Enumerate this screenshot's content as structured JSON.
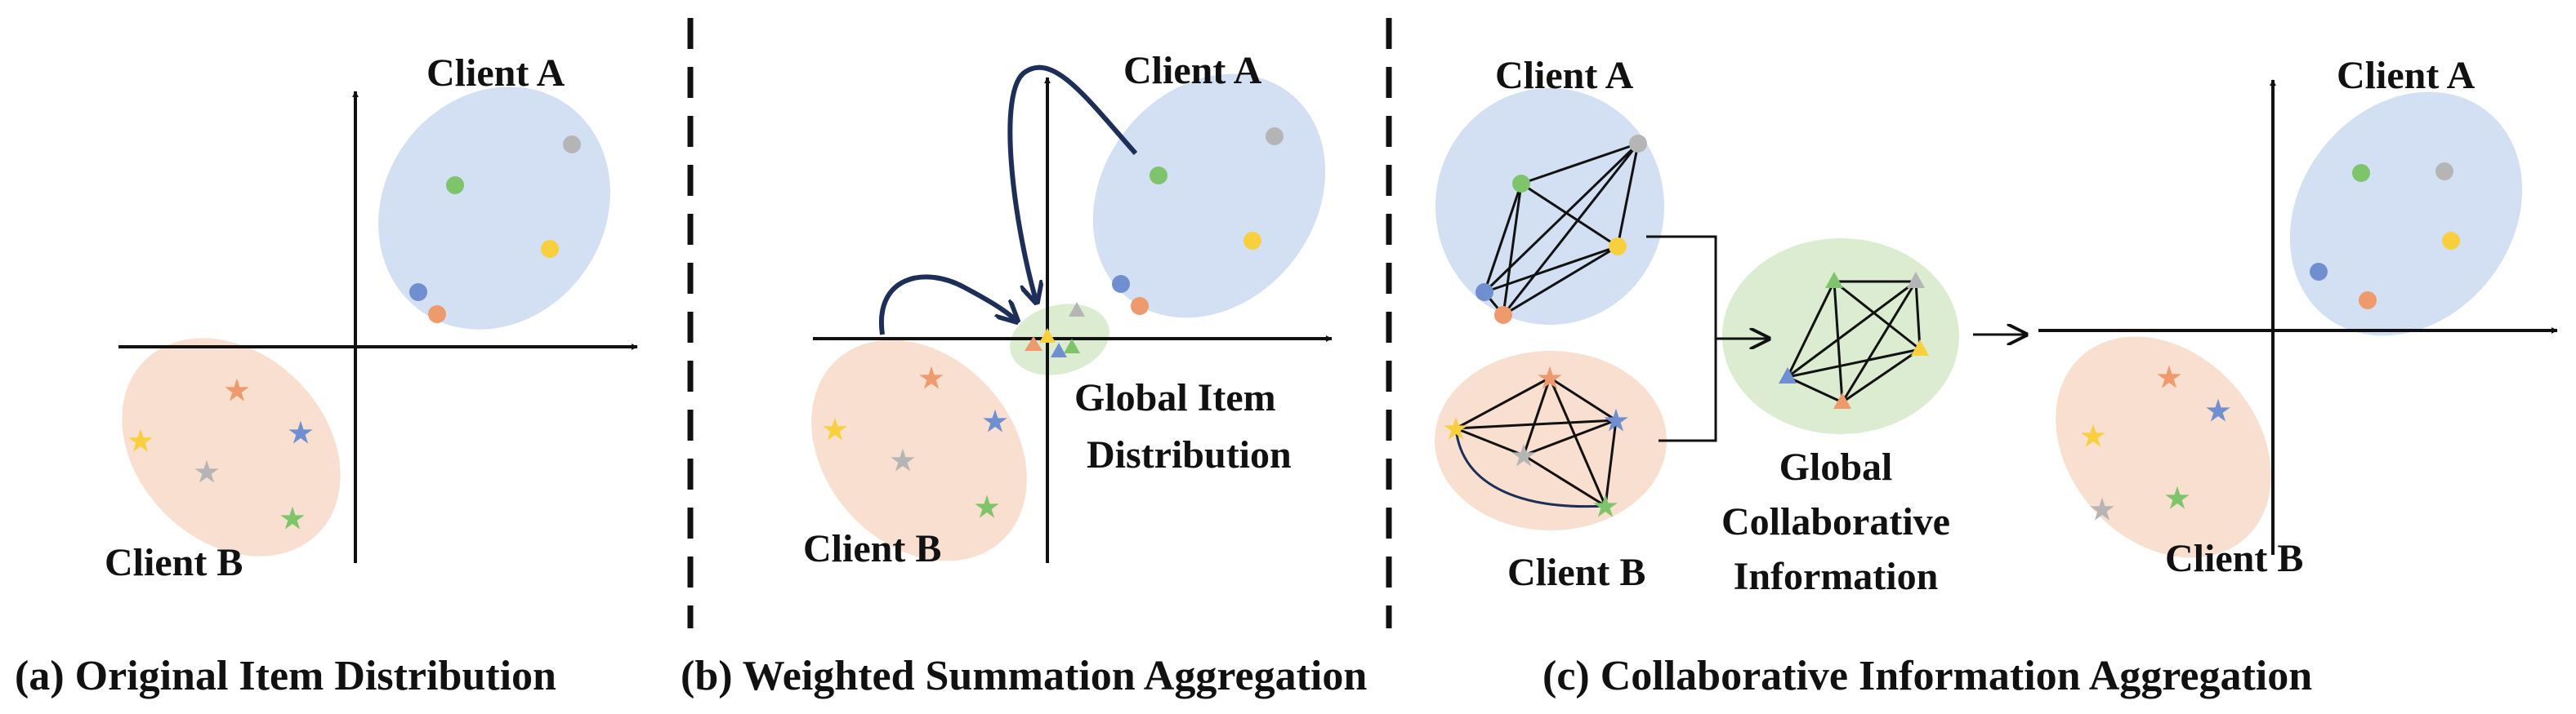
{
  "colors": {
    "client_a_fill": "#d3e0f3",
    "client_b_fill": "#f9dfd0",
    "global_fill": "#dcecd0",
    "green": "#7ec46a",
    "gray": "#b5b5b5",
    "yellow": "#f8cf3c",
    "blue": "#6f8fd1",
    "orange": "#ee9a6c",
    "curve": "#1d2f58",
    "line": "#111111"
  },
  "panel_a": {
    "client_a_label": "Client A",
    "client_b_label": "Client B",
    "caption": "(a) Original Item Distribution"
  },
  "panel_b": {
    "client_a_label": "Client A",
    "client_b_label": "Client B",
    "global_label_line1": "Global Item",
    "global_label_line2": "Distribution",
    "caption": "(b) Weighted Summation Aggregation"
  },
  "panel_c": {
    "client_a_label": "Client A",
    "client_b_label": "Client B",
    "global_label_line1": "Global",
    "global_label_line2": "Collaborative",
    "global_label_line3": "Information",
    "result_client_a_label": "Client A",
    "result_client_b_label": "Client B",
    "caption": "(c) Collaborative Information Aggregation"
  }
}
